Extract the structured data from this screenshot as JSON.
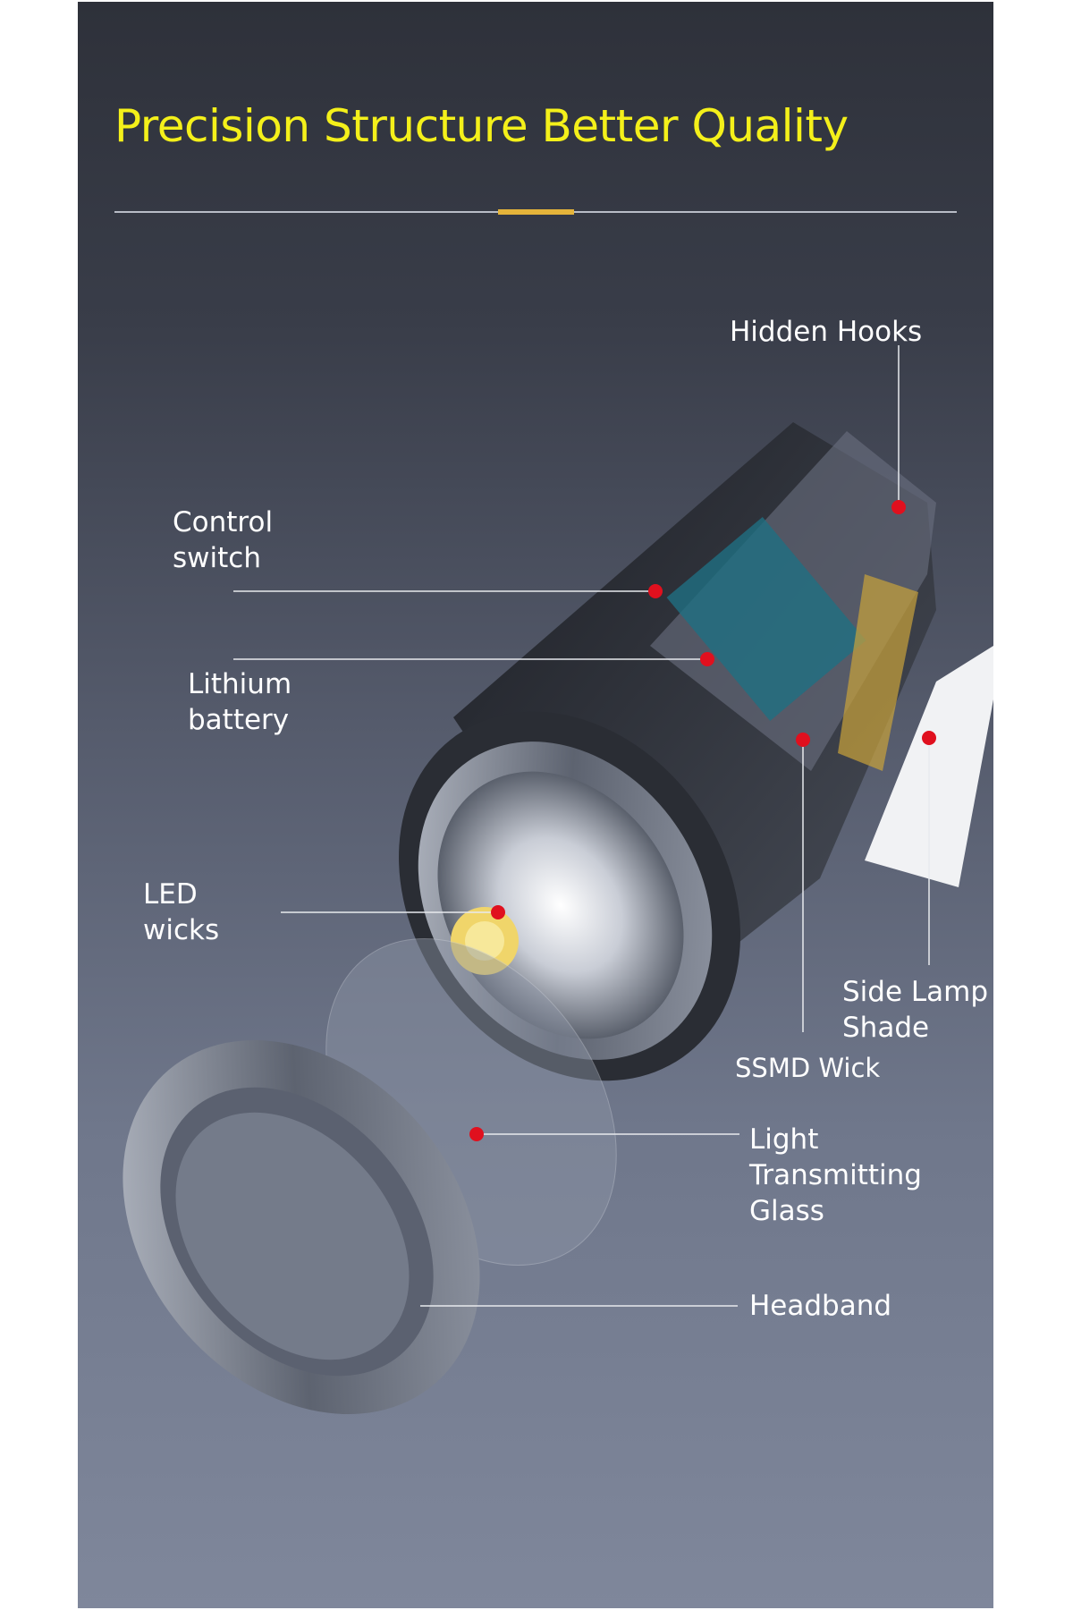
{
  "title": "Precision Structure Better Quality",
  "labels": {
    "hidden_hooks": "Hidden Hooks",
    "control_switch": [
      "Control",
      "switch"
    ],
    "lithium_battery": [
      "Lithium",
      "battery"
    ],
    "led_wicks": [
      "LED",
      "wicks"
    ],
    "side_lamp_shade": [
      "Side Lamp",
      "Shade"
    ],
    "ssmd_wick": "SSMD Wick",
    "light_transmitting_glass": [
      "Light",
      "Transmitting",
      "Glass"
    ],
    "headband": "Headband"
  },
  "colors": {
    "title": "#f4f01a",
    "accent": "#e5b43a",
    "marker": "#e0101e"
  }
}
